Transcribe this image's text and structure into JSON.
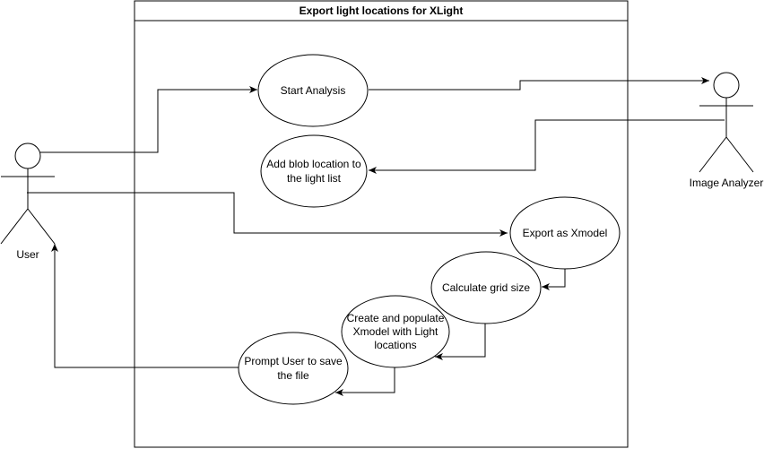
{
  "diagram": {
    "title": "Export light locations for XLight",
    "actors": {
      "user": "User",
      "image_analyzer": "Image Analyzer"
    },
    "use_cases": {
      "start_analysis": [
        "Start Analysis"
      ],
      "add_blob": [
        "Add blob location to",
        "the light list"
      ],
      "export_xmodel": [
        "Export as Xmodel"
      ],
      "calc_grid": [
        "Calculate grid size"
      ],
      "create_populate": [
        "Create and populate",
        "Xmodel with Light",
        "locations"
      ],
      "prompt_save": [
        "Prompt User to save",
        "the file"
      ]
    },
    "colors": {
      "stroke": "#000000",
      "fill": "#ffffff"
    }
  }
}
